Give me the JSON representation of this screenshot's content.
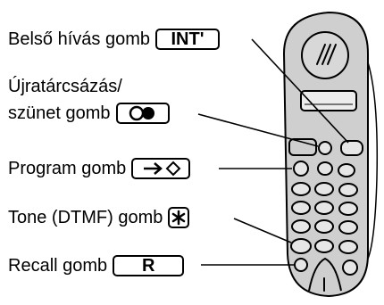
{
  "labels": {
    "intercom": {
      "text": "Belső hívás gomb",
      "key": "INT'"
    },
    "redial_line1": "Újratárcsázás/",
    "redial_line2": "szünet gomb",
    "program": {
      "text": "Program gomb"
    },
    "tone": {
      "text": "Tone (DTMF) gomb"
    },
    "recall": {
      "text": "Recall gomb",
      "key": "R"
    }
  },
  "icons": {
    "redial_key": "redial-pause-icon",
    "program_key": "program-arrow-icon",
    "tone_key": "star-icon"
  },
  "colors": {
    "handset_body": "#cfcfcf",
    "handset_outline": "#000000",
    "button_fill": "#e6e6e6"
  }
}
